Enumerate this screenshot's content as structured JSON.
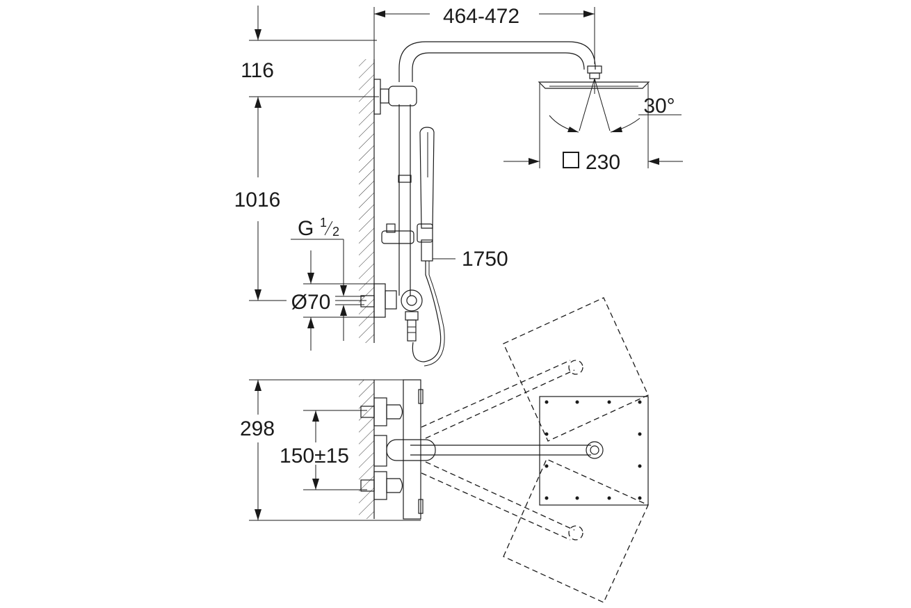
{
  "dimensions": {
    "arm_reach": "464-472",
    "top_offset": "116",
    "rail_height": "1016",
    "thread_prefix": "G",
    "thread_num": "1",
    "thread_den": "2",
    "rosette_diameter": "Ø70",
    "hose_length": "1750",
    "spray_angle": "30°",
    "head_size": "230",
    "mixer_depth": "298",
    "inlet_spacing": "150±15"
  }
}
